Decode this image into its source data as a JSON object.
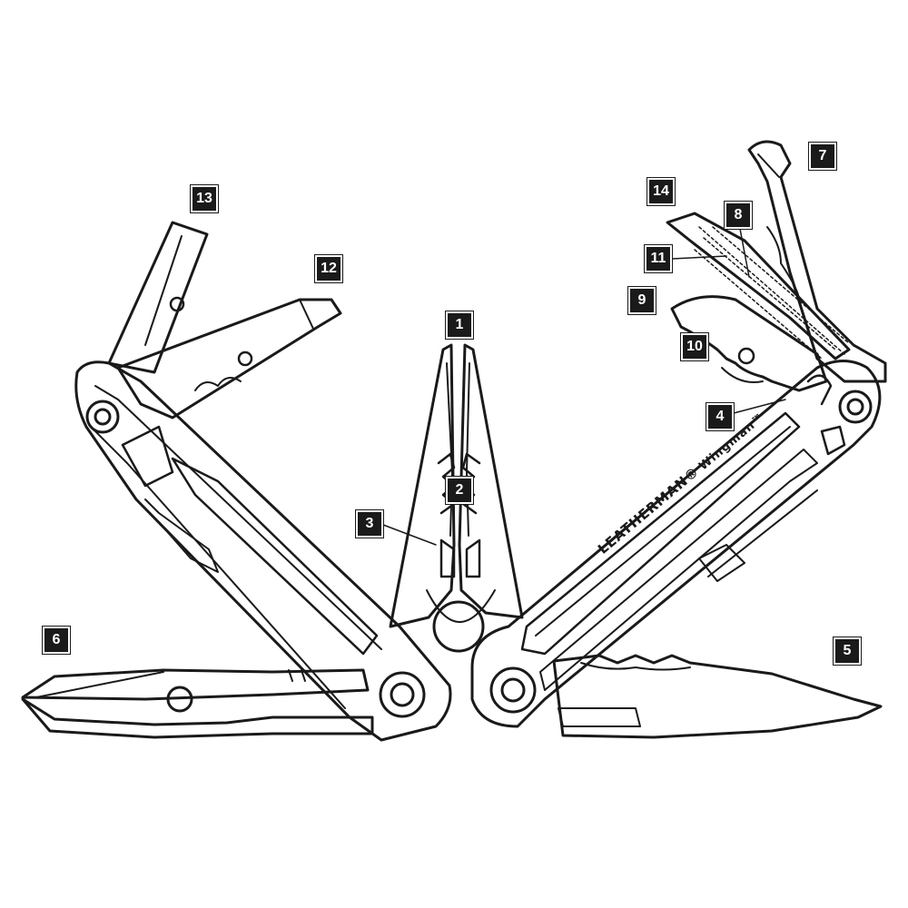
{
  "diagram": {
    "brand_text": "LEATHERMAN®",
    "model_text": "Wingman™",
    "callouts": {
      "c1": "1",
      "c2": "2",
      "c3": "3",
      "c4": "4",
      "c5": "5",
      "c6": "6",
      "c7": "7",
      "c8": "8",
      "c9": "9",
      "c10": "10",
      "c11": "11",
      "c12": "12",
      "c13": "13",
      "c14": "14"
    },
    "colors": {
      "line": "#1a1a1a",
      "background": "#ffffff"
    }
  }
}
